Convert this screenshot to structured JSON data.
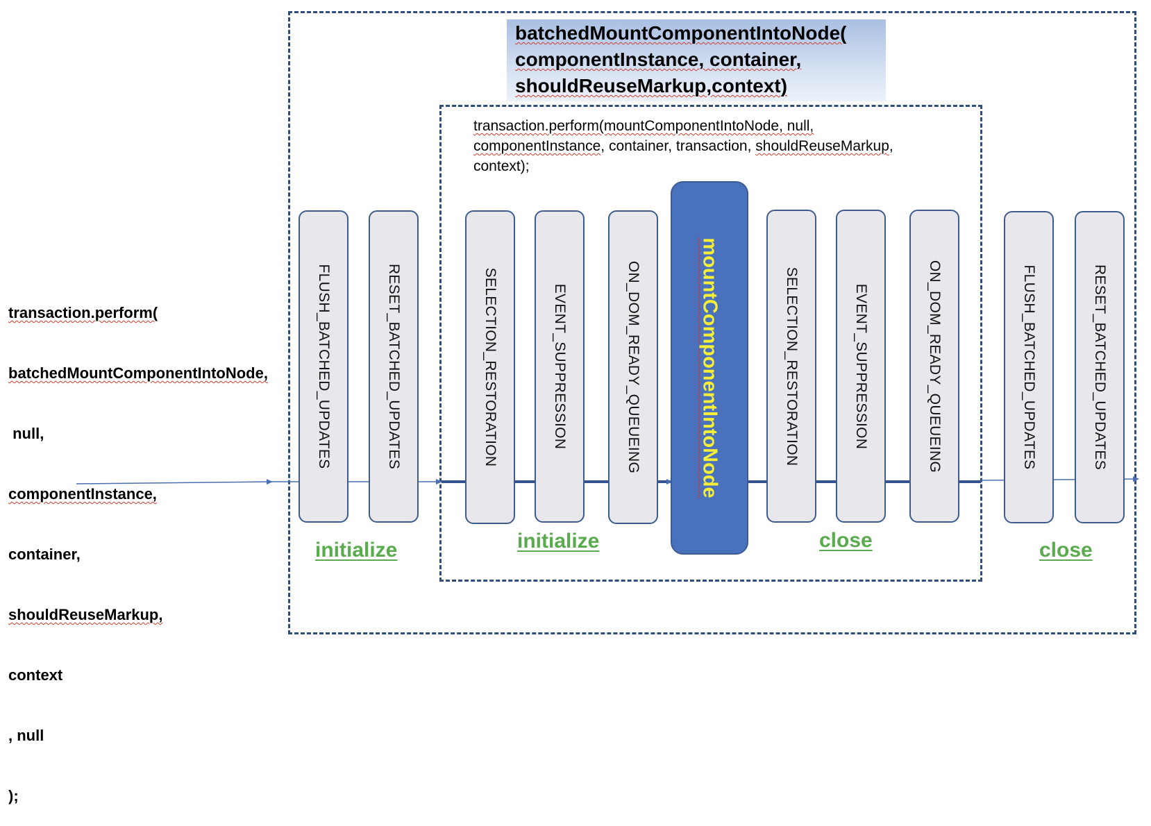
{
  "left_code": {
    "lines": [
      {
        "text": "transaction.perform(",
        "squiggle": true
      },
      {
        "text": "batchedMountComponentIntoNode,",
        "squiggle": true
      },
      {
        "text": " null,",
        "squiggle": false
      },
      {
        "text": "componentInstance,",
        "squiggle": true
      },
      {
        "text": "container,",
        "squiggle": false
      },
      {
        "text": "shouldReuseMarkup,",
        "squiggle": true
      },
      {
        "text": "context",
        "squiggle": false
      },
      {
        "text": ", null",
        "squiggle": false
      },
      {
        "text": ");",
        "squiggle": false
      }
    ]
  },
  "title_box": {
    "lines": [
      {
        "text": "batchedMountComponentIntoNode(",
        "squiggle": true
      },
      {
        "text": "componentInstance, container,",
        "squiggle": true
      },
      {
        "text": "shouldReuseMarkup,context)",
        "squiggle": true
      }
    ]
  },
  "inner_code": {
    "line1": "transaction.perform(mountComponentIntoNode, null,",
    "line2_a": "componentInstance",
    "line2_b": ", container, transaction, ",
    "line2_c": "shouldReuseMarkup",
    "line2_d": ",",
    "line3": "context);"
  },
  "wrappers": {
    "outer_initialize": [
      "FLUSH_BATCHED_UPDATES",
      "RESET_BATCHED_UPDATES"
    ],
    "inner_initialize": [
      "SELECTION_RESTORATION",
      "EVENT_SUPPRESSION",
      "ON_DOM_READY_QUEUEING"
    ],
    "method": "mountComponentIntoNode",
    "inner_close": [
      "SELECTION_RESTORATION",
      "EVENT_SUPPRESSION",
      "ON_DOM_READY_QUEUEING"
    ],
    "outer_close": [
      "FLUSH_BATCHED_UPDATES",
      "RESET_BATCHED_UPDATES"
    ]
  },
  "phase_labels": {
    "outer_initialize": "initialize",
    "inner_initialize": "initialize",
    "inner_close": "close",
    "outer_close": "close"
  },
  "colors": {
    "frame_border": "#2f4d7a",
    "wrapper_fill": "#e8e8ec",
    "wrapper_border": "#3d5c8c",
    "method_fill": "#4a71bb",
    "method_text": "#f7ef35",
    "phase_label": "#5aaa4e",
    "flow_line": "#4a6fb0",
    "squiggle": "#d23a2a"
  }
}
